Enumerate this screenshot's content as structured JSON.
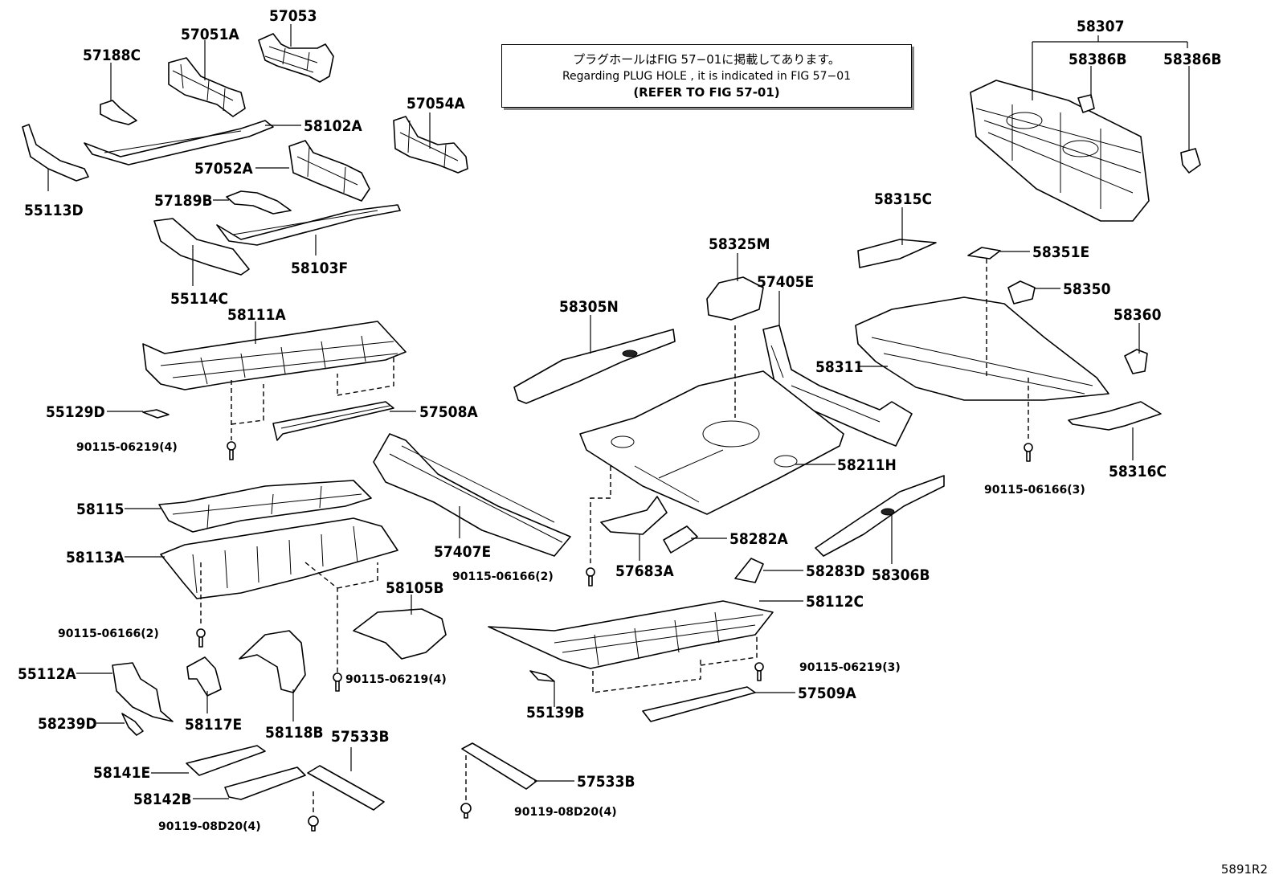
{
  "figure_code": "5891R2",
  "note": {
    "jp": "プラグホールはFIG 57−01に掲載してあります。",
    "en": "Regarding  PLUG  HOLE , it is indicated in FIG  57−01",
    "ref": "(REFER TO FIG 57-01)"
  },
  "parts": [
    {
      "id": "p57053",
      "label": "57053"
    },
    {
      "id": "p57051A",
      "label": "57051A"
    },
    {
      "id": "p57188C",
      "label": "57188C"
    },
    {
      "id": "p58102A",
      "label": "58102A"
    },
    {
      "id": "p57054A",
      "label": "57054A"
    },
    {
      "id": "p55113D",
      "label": "55113D"
    },
    {
      "id": "p57052A",
      "label": "57052A"
    },
    {
      "id": "p57189B",
      "label": "57189B"
    },
    {
      "id": "p58103F",
      "label": "58103F"
    },
    {
      "id": "p55114C",
      "label": "55114C"
    },
    {
      "id": "p58111A",
      "label": "58111A"
    },
    {
      "id": "p55129D",
      "label": "55129D"
    },
    {
      "id": "p57508A",
      "label": "57508A"
    },
    {
      "id": "b90115_06219_4a",
      "label": "90115-06219(4)"
    },
    {
      "id": "p58115",
      "label": "58115"
    },
    {
      "id": "p58113A",
      "label": "58113A"
    },
    {
      "id": "p57407E",
      "label": "57407E"
    },
    {
      "id": "b90115_06166_2a",
      "label": "90115-06166(2)"
    },
    {
      "id": "p58105B",
      "label": "58105B"
    },
    {
      "id": "p55112A",
      "label": "55112A"
    },
    {
      "id": "b90115_06219_4b",
      "label": "90115-06219(4)"
    },
    {
      "id": "p58239D",
      "label": "58239D"
    },
    {
      "id": "p58117E",
      "label": "58117E"
    },
    {
      "id": "p58118B",
      "label": "58118B"
    },
    {
      "id": "p57533B_a",
      "label": "57533B"
    },
    {
      "id": "p58141E",
      "label": "58141E"
    },
    {
      "id": "p58142B",
      "label": "58142B"
    },
    {
      "id": "b90119_08D20_4a",
      "label": "90119-08D20(4)"
    },
    {
      "id": "p58307",
      "label": "58307"
    },
    {
      "id": "p58386B_a",
      "label": "58386B"
    },
    {
      "id": "p58386B_b",
      "label": "58386B"
    },
    {
      "id": "p58315C",
      "label": "58315C"
    },
    {
      "id": "p58325M",
      "label": "58325M"
    },
    {
      "id": "p58351E",
      "label": "58351E"
    },
    {
      "id": "p57405E",
      "label": "57405E"
    },
    {
      "id": "p58350",
      "label": "58350"
    },
    {
      "id": "p58305N",
      "label": "58305N"
    },
    {
      "id": "p58360",
      "label": "58360"
    },
    {
      "id": "p58311",
      "label": "58311"
    },
    {
      "id": "p58211H",
      "label": "58211H"
    },
    {
      "id": "b90115_06166_3",
      "label": "90115-06166(3)"
    },
    {
      "id": "p58316C",
      "label": "58316C"
    },
    {
      "id": "p58282A",
      "label": "58282A"
    },
    {
      "id": "b90115_06166_2b",
      "label": "90115-06166(2)"
    },
    {
      "id": "p57683A",
      "label": "57683A"
    },
    {
      "id": "p58283D",
      "label": "58283D"
    },
    {
      "id": "p58306B",
      "label": "58306B"
    },
    {
      "id": "p58112C",
      "label": "58112C"
    },
    {
      "id": "b90115_06219_3",
      "label": "90115-06219(3)"
    },
    {
      "id": "p55139B",
      "label": "55139B"
    },
    {
      "id": "p57509A",
      "label": "57509A"
    },
    {
      "id": "p57533B_b",
      "label": "57533B"
    },
    {
      "id": "b90119_08D20_4b",
      "label": "90119-08D20(4)"
    }
  ]
}
